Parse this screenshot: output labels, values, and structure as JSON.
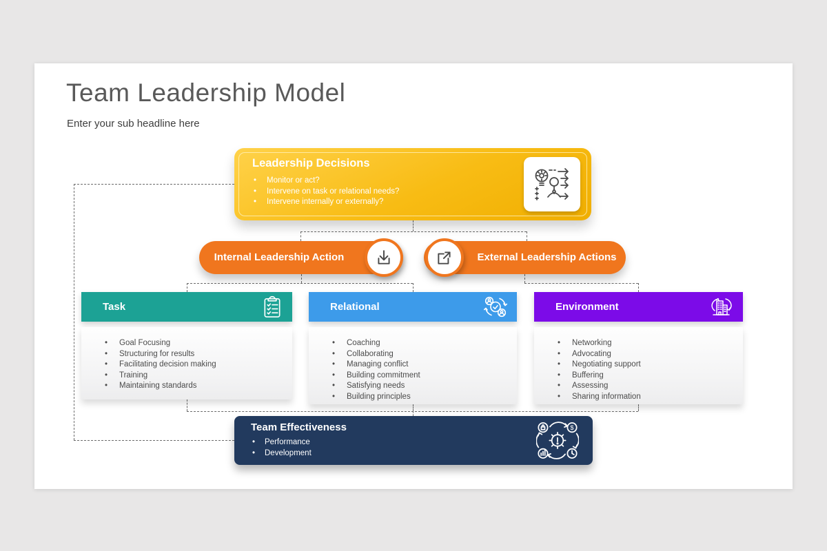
{
  "page": {
    "title": "Team Leadership Model",
    "subtitle": "Enter your sub headline here"
  },
  "leadership_decisions": {
    "title": "Leadership Decisions",
    "bullets": [
      "Monitor or act?",
      "Intervene on task or relational needs?",
      "Intervene internally or externally?"
    ],
    "icon": "idea-decision-icon"
  },
  "actions": {
    "internal": {
      "label": "Internal Leadership Action",
      "icon": "download-icon"
    },
    "external": {
      "label": "External Leadership Actions",
      "icon": "external-link-icon"
    }
  },
  "columns": [
    {
      "title": "Task",
      "icon": "clipboard-checklist-icon",
      "color": "#1ca295",
      "bullets": [
        "Goal Focusing",
        "Structuring for results",
        "Facilitating decision making",
        "Training",
        "Maintaining standards"
      ]
    },
    {
      "title": "Relational",
      "icon": "people-sync-icon",
      "color": "#3d9bea",
      "bullets": [
        "Coaching",
        "Collaborating",
        "Managing conflict",
        "Building commitment",
        "Satisfying needs",
        "Building principles"
      ]
    },
    {
      "title": "Environment",
      "icon": "buildings-cycle-icon",
      "color": "#7c0be8",
      "bullets": [
        "Networking",
        "Advocating",
        "Negotiating support",
        "Buffering",
        "Assessing",
        "Sharing information"
      ]
    }
  ],
  "team_effectiveness": {
    "title": "Team Effectiveness",
    "bullets": [
      "Performance",
      "Development"
    ],
    "icon": "process-gear-icon"
  },
  "colors": {
    "decisions_gradient_top": "#ffd24a",
    "decisions_gradient_bottom": "#f0ae00",
    "action_orange": "#f0761e",
    "task_teal": "#1ca295",
    "relational_blue": "#3d9bea",
    "environment_purple": "#7c0be8",
    "effectiveness_navy": "#223a5e",
    "canvas_gray": "#e8e7e7",
    "connector_gray": "#6a6a6a"
  }
}
